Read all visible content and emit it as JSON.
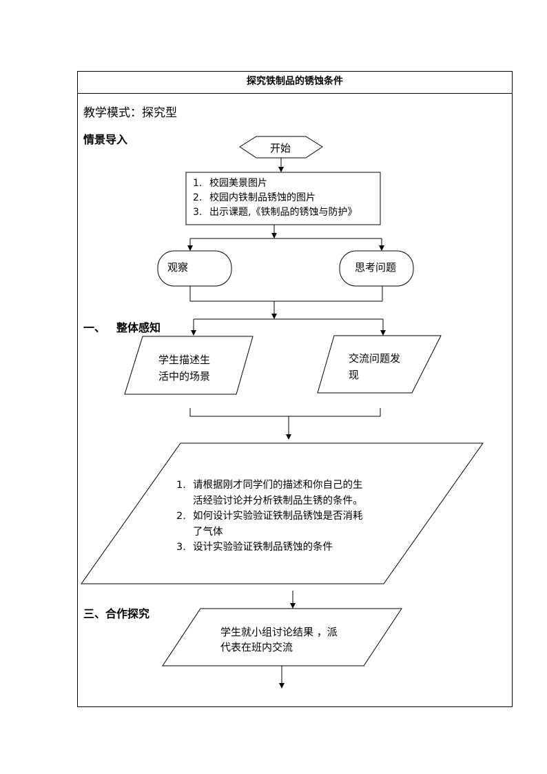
{
  "title": "探究铁制品的锈蚀条件",
  "mode": "教学模式：探究型",
  "sections": {
    "s1": "情景导入",
    "s2_num": "一、",
    "s2_text": "整体感知",
    "s3": "三、合作探究"
  },
  "flow": {
    "start": "开始",
    "intro_list": [
      {
        "num": "1.",
        "text": "校园美景图片"
      },
      {
        "num": "2.",
        "text": "校园内铁制品锈蚀的图片"
      },
      {
        "num": "3.",
        "text": "出示课题,《铁制品的锈蚀与防护》"
      }
    ],
    "observe": "观察",
    "think": "思考问题",
    "describe": "学生描述生活中的场景",
    "discover": "交流问题发现",
    "tasks": [
      {
        "num": "1.",
        "text": "请根据刚才同学们的描述和你自己的生",
        "cont": "活经验讨论并分析铁制品生锈的条件。"
      },
      {
        "num": "2.",
        "text": "如何设计实验验证铁制品锈蚀是否消耗",
        "cont": "了气体"
      },
      {
        "num": "3.",
        "text": "设计实验验证铁制品锈蚀的条件",
        "cont": ""
      }
    ],
    "report": "学生就小组讨论结果 ，派代表在班内交流"
  }
}
